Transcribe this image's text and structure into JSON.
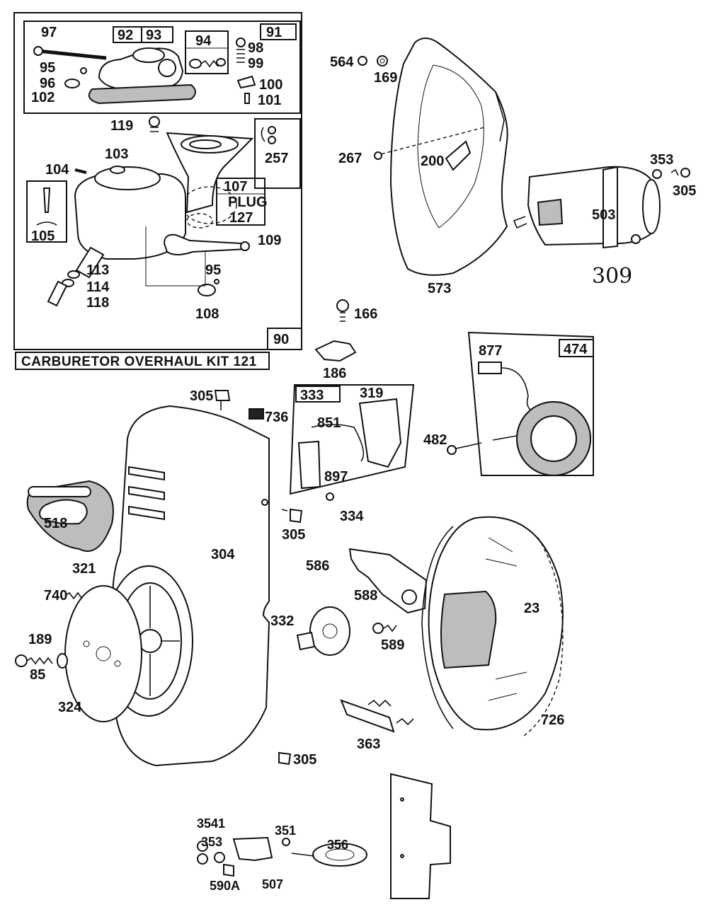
{
  "labels": {
    "p97": "97",
    "p92": "92",
    "p93": "93",
    "p91": "91",
    "p94": "94",
    "p98": "98",
    "p99": "99",
    "p95a": "95",
    "p96": "96",
    "p100": "100",
    "p102": "102",
    "p101": "101",
    "p119": "119",
    "p257": "257",
    "p103": "103",
    "p104": "104",
    "p107": "107",
    "plug": "PLUG",
    "p127": "127",
    "p105": "105",
    "p109": "109",
    "p113": "113",
    "p95b": "95",
    "p114": "114",
    "p118": "118",
    "p108": "108",
    "p90": "90",
    "kit": "CARBURETOR OVERHAUL KIT 121",
    "p564": "564",
    "p169": "169",
    "p267": "267",
    "p200": "200",
    "p573": "573",
    "p353a": "353",
    "p305a": "305",
    "p503": "503",
    "p309": "309",
    "p166": "166",
    "p186": "186",
    "p877": "877",
    "p474": "474",
    "p482": "482",
    "p305b": "305",
    "p736": "736",
    "p333": "333",
    "p319": "319",
    "p851": "851",
    "p897": "897",
    "p334": "334",
    "p305c": "305",
    "p518": "518",
    "p304": "304",
    "p321": "321",
    "p740": "740",
    "p586": "586",
    "p588": "588",
    "p23": "23",
    "p189": "189",
    "p85": "85",
    "p332": "332",
    "p589": "589",
    "p324": "324",
    "p726": "726",
    "p363": "363",
    "p305d": "305",
    "p3541": "3541",
    "p353b": "353",
    "p351": "351",
    "p356": "356",
    "p590a": "590A",
    "p507": "507"
  }
}
